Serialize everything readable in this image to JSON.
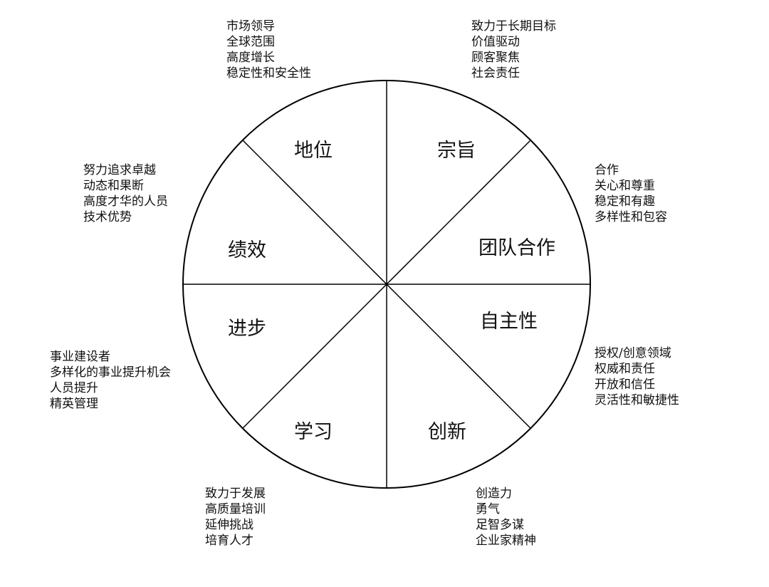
{
  "colors": {
    "stroke": "#000000",
    "text": "#111111",
    "background": "#ffffff"
  },
  "segments": [
    {
      "key": "position",
      "label": "地位",
      "items": [
        "市场领导",
        "全球范围",
        "高度增长",
        "稳定性和安全性"
      ]
    },
    {
      "key": "purpose",
      "label": "宗旨",
      "items": [
        "致力于长期目标",
        "价值驱动",
        "顾客聚焦",
        "社会责任"
      ]
    },
    {
      "key": "teamwork",
      "label": "团队合作",
      "items": [
        "合作",
        "关心和尊重",
        "稳定和有趣",
        "多样性和包容"
      ]
    },
    {
      "key": "autonomy",
      "label": "自主性",
      "items": [
        "授权/创意领域",
        "权威和责任",
        "开放和信任",
        "灵活性和敏捷性"
      ]
    },
    {
      "key": "innovation",
      "label": "创新",
      "items": [
        "创造力",
        "勇气",
        "足智多谋",
        "企业家精神"
      ]
    },
    {
      "key": "learning",
      "label": "学习",
      "items": [
        "致力于发展",
        "高质量培训",
        "延伸挑战",
        "培育人才"
      ]
    },
    {
      "key": "progress",
      "label": "进步",
      "items": [
        "事业建设者",
        "多样化的事业提升机会",
        "人员提升",
        "精英管理"
      ]
    },
    {
      "key": "performance",
      "label": "绩效",
      "items": [
        "努力追求卓越",
        "动态和果断",
        "高度才华的人员",
        "技术优势"
      ]
    }
  ]
}
